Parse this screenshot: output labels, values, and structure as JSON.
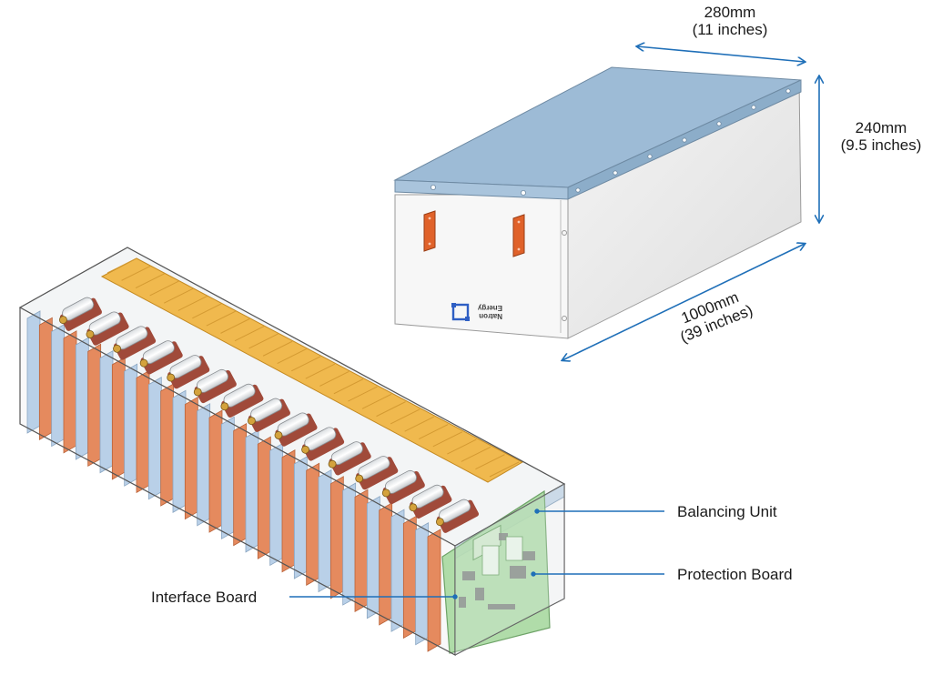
{
  "dimensions": {
    "width_label": "280mm",
    "width_label_imperial": "(11 inches)",
    "height_label": "240mm",
    "height_label_imperial": "(9.5 inches)",
    "length_label": "1000mm",
    "length_label_imperial": "(39 inches)"
  },
  "callouts": {
    "balancing_unit": "Balancing Unit",
    "protection_board": "Protection Board",
    "interface_board": "Interface Board"
  },
  "logo": {
    "line1": "Natron",
    "line2": "Energy"
  },
  "colors": {
    "lid": "#9dbbd6",
    "arrow": "#1f6fb8",
    "handle": "#e0622a",
    "cell_orange": "#e58a5e",
    "cell_blue": "#b9d0e8",
    "busbar_gold": "#f0b94e",
    "pcb_green": "#a8d9a0"
  }
}
